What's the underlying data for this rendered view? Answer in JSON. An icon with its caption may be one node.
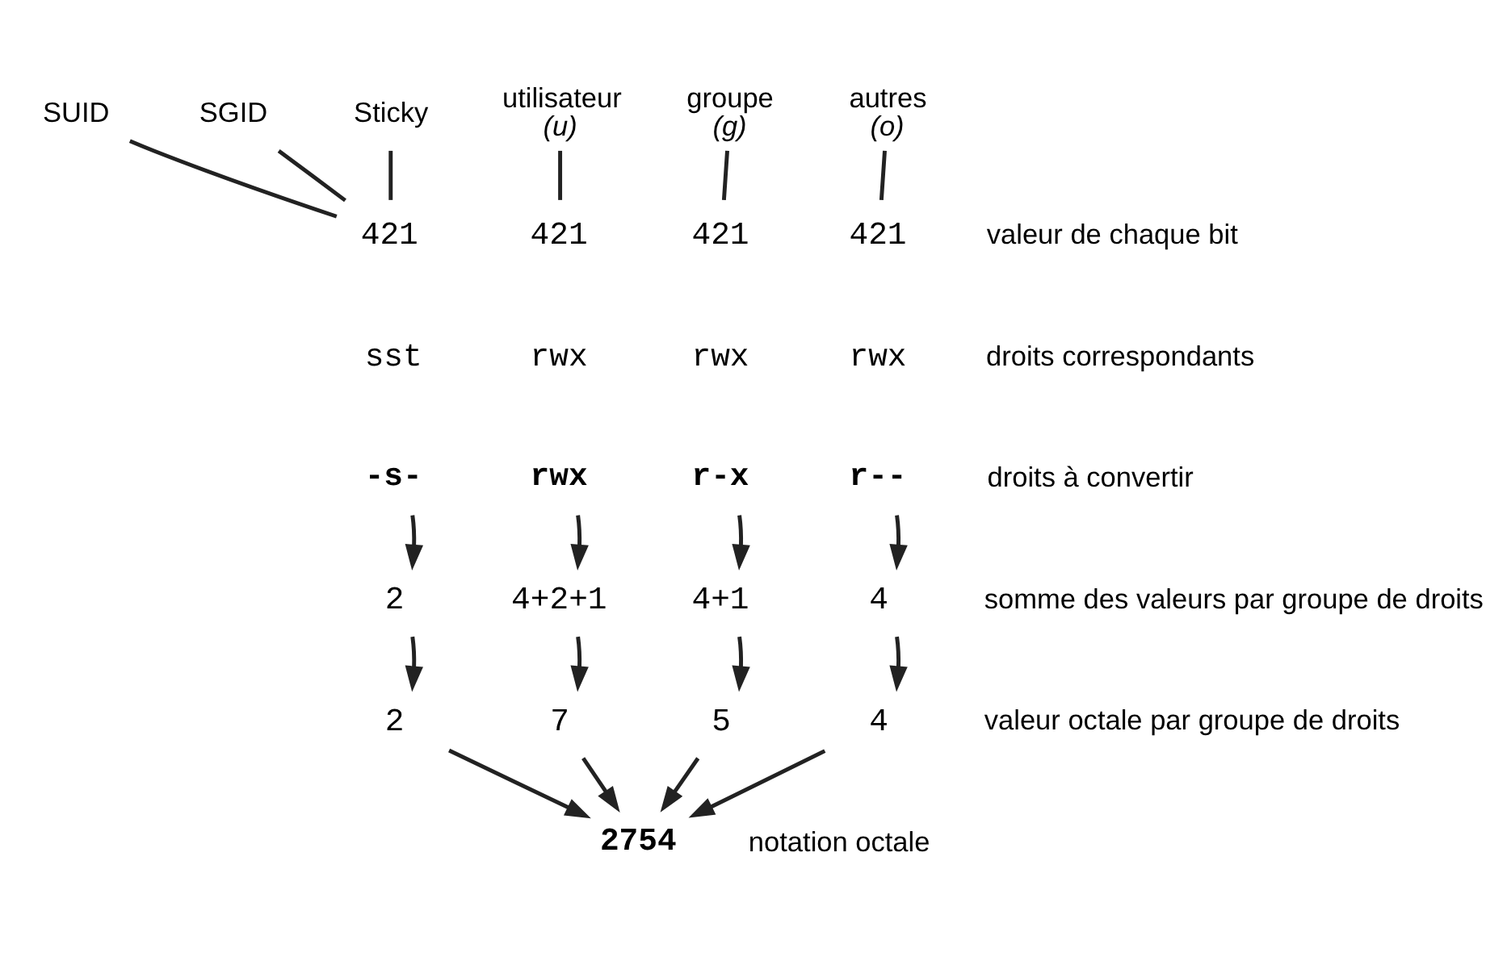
{
  "diagram": {
    "nodes": [
      {
        "text": [
          "SUID"
        ]
      },
      {
        "text": [
          "SGID"
        ]
      },
      {
        "text": [
          "Sticky"
        ]
      },
      {
        "text": [
          "utilisateur",
          "(u)"
        ]
      },
      {
        "text": [
          "groupe",
          "(g)"
        ]
      },
      {
        "text": [
          "autres",
          "(o)"
        ]
      },
      {
        "text": [
          "421"
        ]
      },
      {
        "text": [
          "421"
        ]
      },
      {
        "text": [
          "421"
        ]
      },
      {
        "text": [
          "421"
        ]
      },
      {
        "text": [
          "sst"
        ]
      },
      {
        "text": [
          "rwx"
        ]
      },
      {
        "text": [
          "rwx"
        ]
      },
      {
        "text": [
          "rwx"
        ]
      },
      {
        "text": [
          "-s-"
        ]
      },
      {
        "text": [
          "rwx"
        ]
      },
      {
        "text": [
          "r-x"
        ]
      },
      {
        "text": [
          "r--"
        ]
      },
      {
        "text": [
          "2"
        ]
      },
      {
        "text": [
          "4+2+1"
        ]
      },
      {
        "text": [
          "4+1"
        ]
      },
      {
        "text": [
          "4"
        ]
      },
      {
        "text": [
          "2"
        ]
      },
      {
        "text": [
          "7"
        ]
      },
      {
        "text": [
          "5"
        ]
      },
      {
        "text": [
          "4"
        ]
      },
      {
        "text": [
          "2754"
        ]
      }
    ],
    "edges": [
      {
        "from": 0,
        "to": 6,
        "arrow": "none"
      },
      {
        "from": 1,
        "to": 6,
        "arrow": "none"
      },
      {
        "from": 2,
        "to": 6,
        "arrow": "none"
      },
      {
        "from": 3,
        "to": 7,
        "arrow": "none"
      },
      {
        "from": 4,
        "to": 8,
        "arrow": "none"
      },
      {
        "from": 5,
        "to": 9,
        "arrow": "none"
      },
      {
        "from": 14,
        "to": 18,
        "arrow": "to"
      },
      {
        "from": 15,
        "to": 19,
        "arrow": "to"
      },
      {
        "from": 16,
        "to": 20,
        "arrow": "to"
      },
      {
        "from": 17,
        "to": 21,
        "arrow": "to"
      },
      {
        "from": 18,
        "to": 22,
        "arrow": "to"
      },
      {
        "from": 19,
        "to": 23,
        "arrow": "to"
      },
      {
        "from": 20,
        "to": 24,
        "arrow": "to"
      },
      {
        "from": 21,
        "to": 25,
        "arrow": "to"
      },
      {
        "from": 22,
        "to": 26,
        "arrow": "to"
      },
      {
        "from": 23,
        "to": 26,
        "arrow": "to"
      },
      {
        "from": 24,
        "to": 26,
        "arrow": "to"
      },
      {
        "from": 25,
        "to": 26,
        "arrow": "to"
      }
    ],
    "labels": [
      "valeur de chaque bit",
      "droits correspondants",
      "droits à convertir",
      "somme des valeurs par groupe de droits",
      "valeur octale par groupe de droits",
      "notation octale"
    ]
  }
}
